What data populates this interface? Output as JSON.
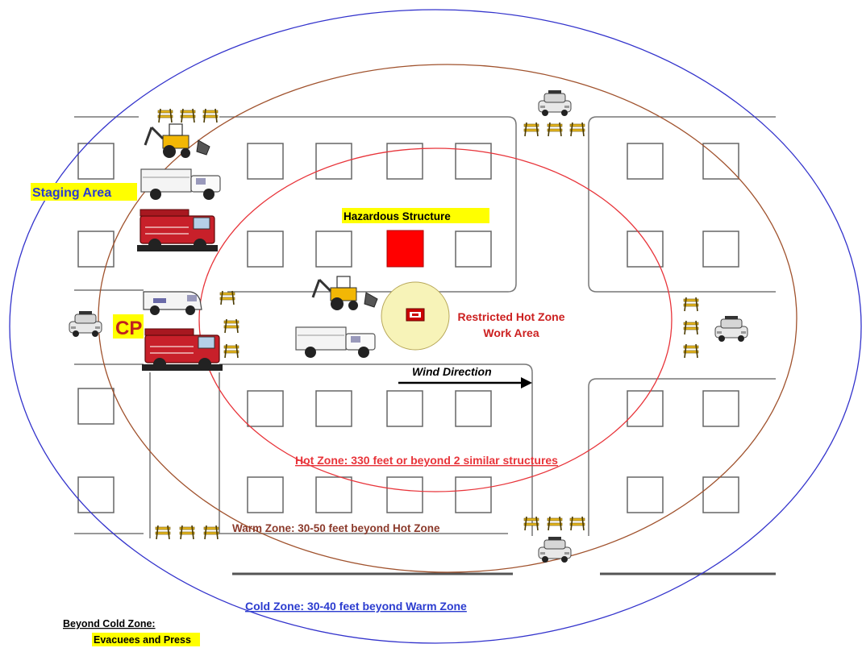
{
  "labels": {
    "staging_area": "Staging Area",
    "command_post": "CP",
    "hazardous_structure": "Hazardous Structure",
    "restricted_line1": "Restricted Hot Zone",
    "restricted_line2": "Work Area",
    "wind_direction": "Wind Direction",
    "hot_zone": "Hot Zone: 330 feet or beyond 2 similar structures",
    "warm_zone": "Warm Zone: 30-50 feet beyond Hot Zone",
    "cold_zone": "Cold Zone: 30-40 feet beyond Warm Zone",
    "beyond_cold_line1": "Beyond Cold Zone:",
    "beyond_cold_line2": "Evacuees and Press"
  },
  "colors": {
    "hot_zone": "#e8343a",
    "warm_zone": "#a0522d",
    "cold_zone": "#3333cc",
    "hazard_fill": "#ff0000",
    "highlight": "#ffff00",
    "work_area_fill": "#f7f3b8"
  }
}
